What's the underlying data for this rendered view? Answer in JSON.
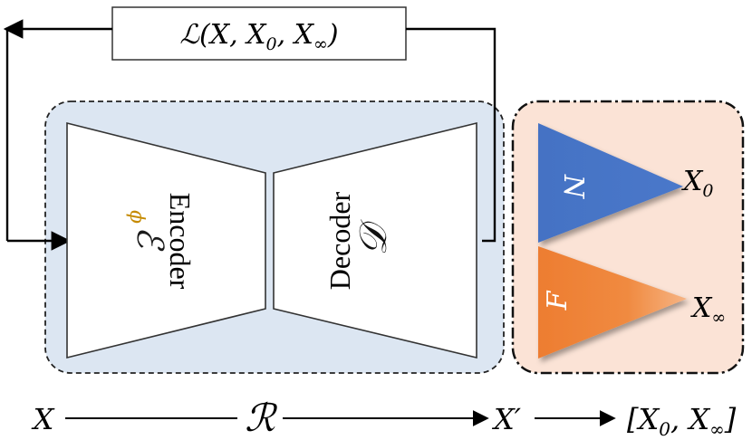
{
  "loss": {
    "script": "ℒ",
    "args": "(X, X",
    "sub0": "0",
    "comma": ", X",
    "subinf": "∞",
    "close": ")"
  },
  "encoder": {
    "label": "Encoder",
    "symbol": "ℰ",
    "symbol_sub": "ϕ"
  },
  "decoder": {
    "label": "Decoder",
    "symbol": "𝒟"
  },
  "near": {
    "label": "N",
    "output": "X",
    "output_sub": "0",
    "color": "#4472c4"
  },
  "far": {
    "label": "F",
    "output": "X",
    "output_sub": "∞",
    "color": "#ed7d31"
  },
  "pipeline": {
    "input": "X",
    "mapping": "ℛ",
    "output": "X′",
    "result_open": "[X",
    "result_sub0": "0",
    "result_mid": ", X",
    "result_subinf": "∞",
    "result_close": "]"
  },
  "colors": {
    "autoencoder_bg": "#dce6f2",
    "heads_bg": "#fbe3d6"
  }
}
